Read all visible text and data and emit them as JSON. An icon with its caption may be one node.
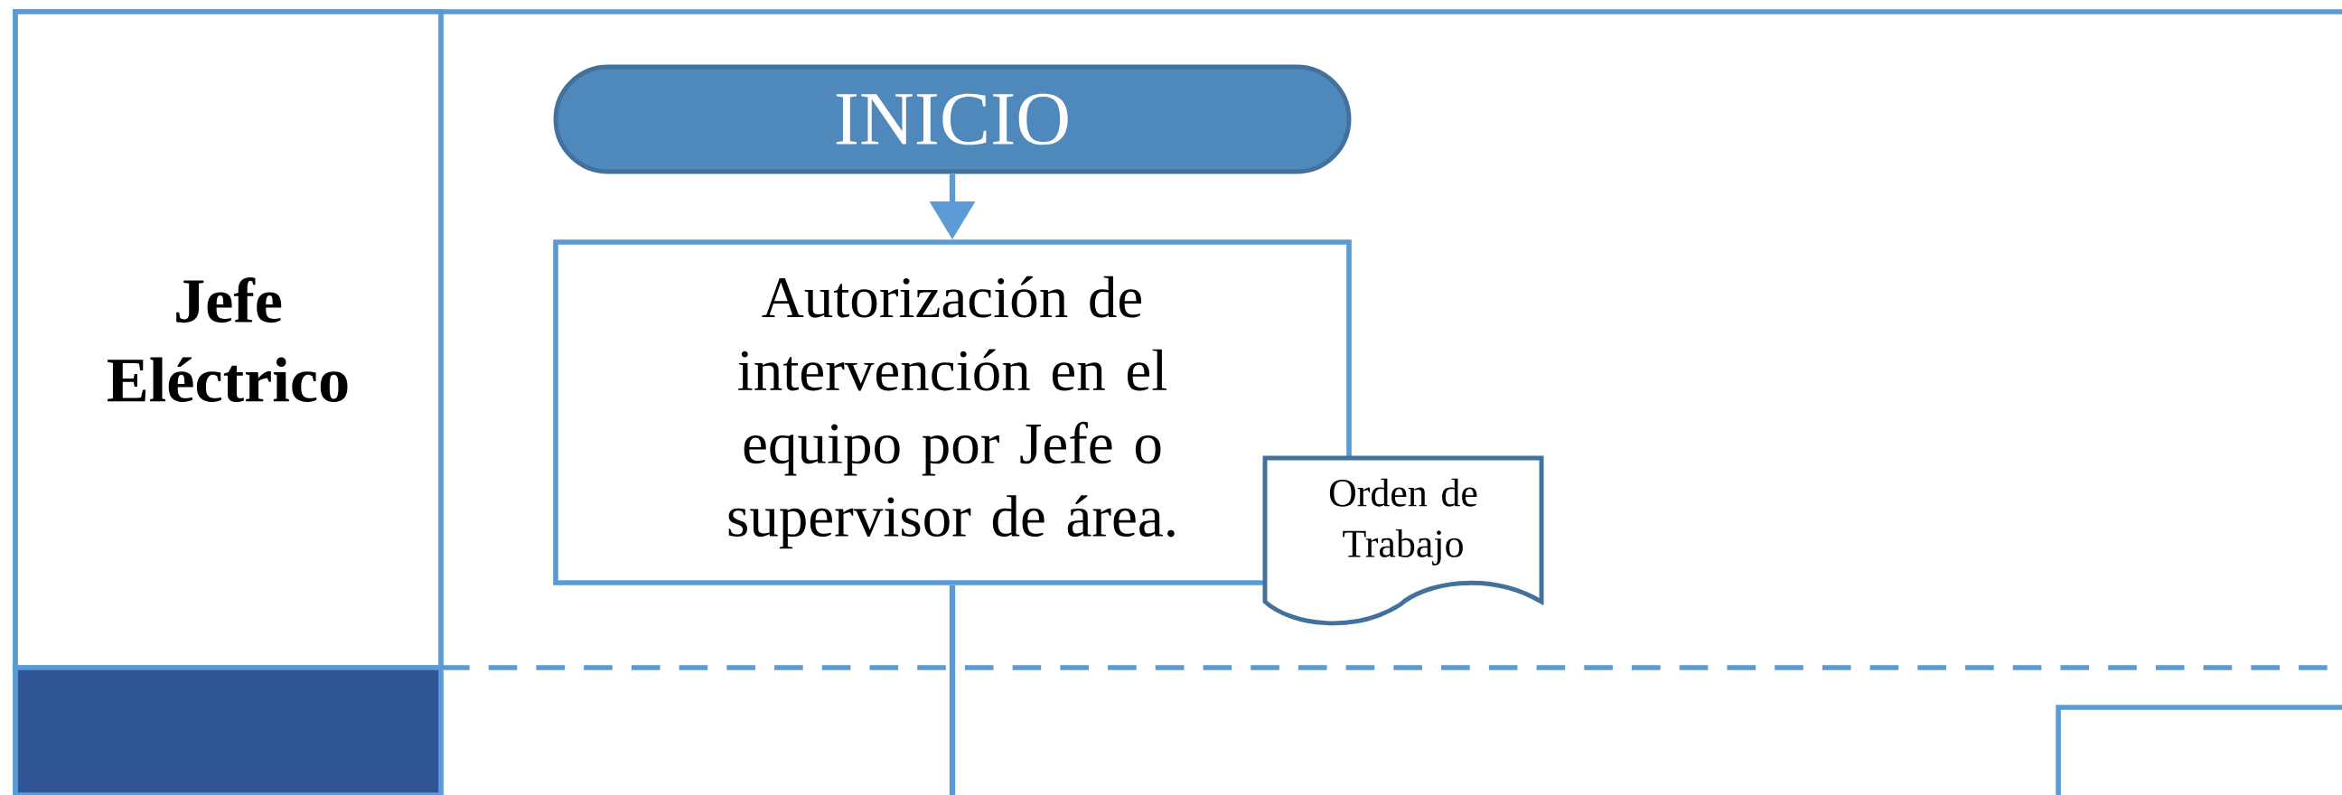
{
  "diagram": {
    "nodes": [
      {
        "text": [
          "Jefe Eléctrico"
        ]
      },
      {
        "text": [],
        "shape": "box"
      },
      {
        "text": [
          "INICIO"
        ]
      },
      {
        "text": [
          "Autorización de intervención en el equipo por Jefe o supervisor de área."
        ]
      },
      {
        "text": [
          "Orden de Trabajo"
        ]
      },
      {
        "text": [],
        "shape": "box"
      }
    ],
    "edges": [
      {
        "from": 2,
        "to": 3,
        "arrow": "to"
      },
      {
        "from": 3,
        "to": null,
        "arrow": "none"
      }
    ]
  }
}
